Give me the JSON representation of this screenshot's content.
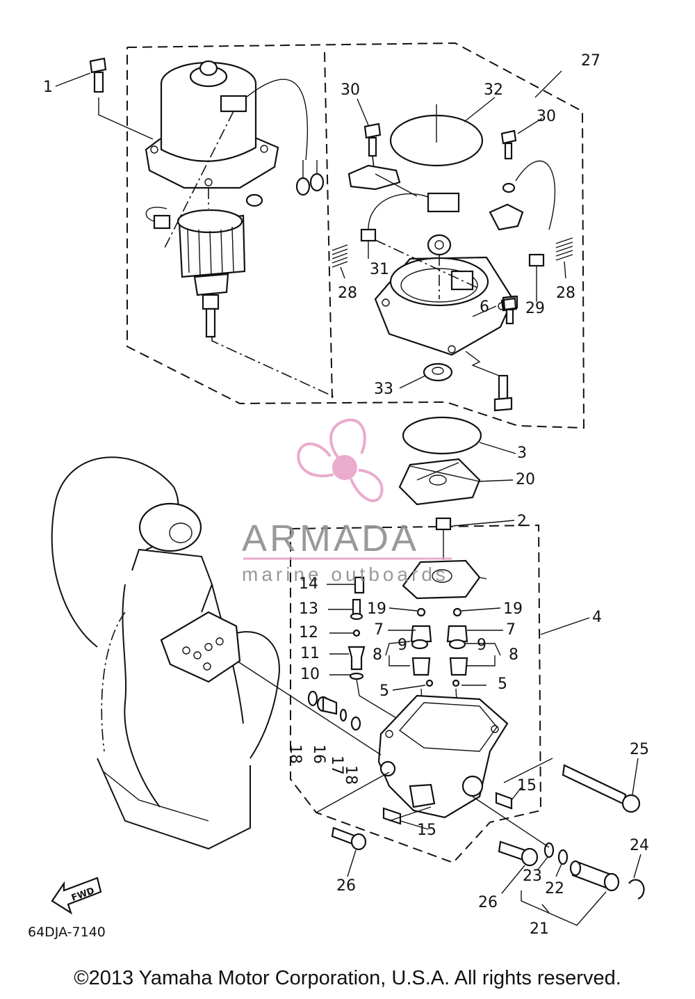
{
  "drawing_code": "64DJA-7140",
  "copyright": "©2013 Yamaha Motor Corporation, U.S.A. All rights reserved.",
  "watermark": {
    "brand": "ARMADA",
    "tagline": "marine outboards",
    "accent_color": "#e8a2c8"
  },
  "fwd_label": "FWD",
  "callouts": {
    "c1": "1",
    "c2": "2",
    "c3": "3",
    "c4": "4",
    "c5a": "5",
    "c5b": "5",
    "c6": "6",
    "c7a": "7",
    "c7b": "7",
    "c8a": "8",
    "c8b": "8",
    "c9a": "9",
    "c9b": "9",
    "c10": "10",
    "c11": "11",
    "c12": "12",
    "c13": "13",
    "c14": "14",
    "c15a": "15",
    "c15b": "15",
    "c16": "16",
    "c17": "17",
    "c18a": "18",
    "c18b": "18",
    "c19a": "19",
    "c19b": "19",
    "c20": "20",
    "c21": "21",
    "c22": "22",
    "c23": "23",
    "c24": "24",
    "c25": "25",
    "c26a": "26",
    "c26b": "26",
    "c27": "27",
    "c28a": "28",
    "c28b": "28",
    "c29": "29",
    "c30a": "30",
    "c30b": "30",
    "c31": "31",
    "c32": "32",
    "c33": "33"
  }
}
